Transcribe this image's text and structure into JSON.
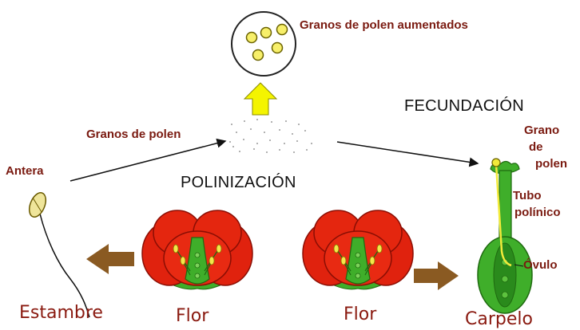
{
  "labels": {
    "granos_aumentados": "Granos de polen aumentados",
    "granos_polen": "Granos de polen",
    "antera": "Antera",
    "polinizacion": "POLINIZACIÓN",
    "fecundacion": "FECUNDACIÓN",
    "grano_de_polen": [
      "Grano",
      "de",
      "polen"
    ],
    "tubo_polinico": [
      "Tubo",
      "polínico"
    ],
    "ovulo": "Óvulo",
    "estambre": "Estambre",
    "flor_left": "Flor",
    "flor_right": "Flor",
    "carpelo": "Carpelo"
  },
  "colors": {
    "label_text": "#7a1a10",
    "petal": "#e0220e",
    "petal_dark": "#a01208",
    "green": "#3fae2a",
    "green_dark": "#1f7a14",
    "pollen_yellow": "#f2e84a",
    "up_arrow": "#f4f400",
    "brown_arrow": "#8a5a22"
  },
  "icons": {
    "up_arrow": "yellow-up-arrow-icon",
    "left_arrow": "brown-left-arrow-icon",
    "right_arrow": "brown-right-arrow-icon"
  }
}
